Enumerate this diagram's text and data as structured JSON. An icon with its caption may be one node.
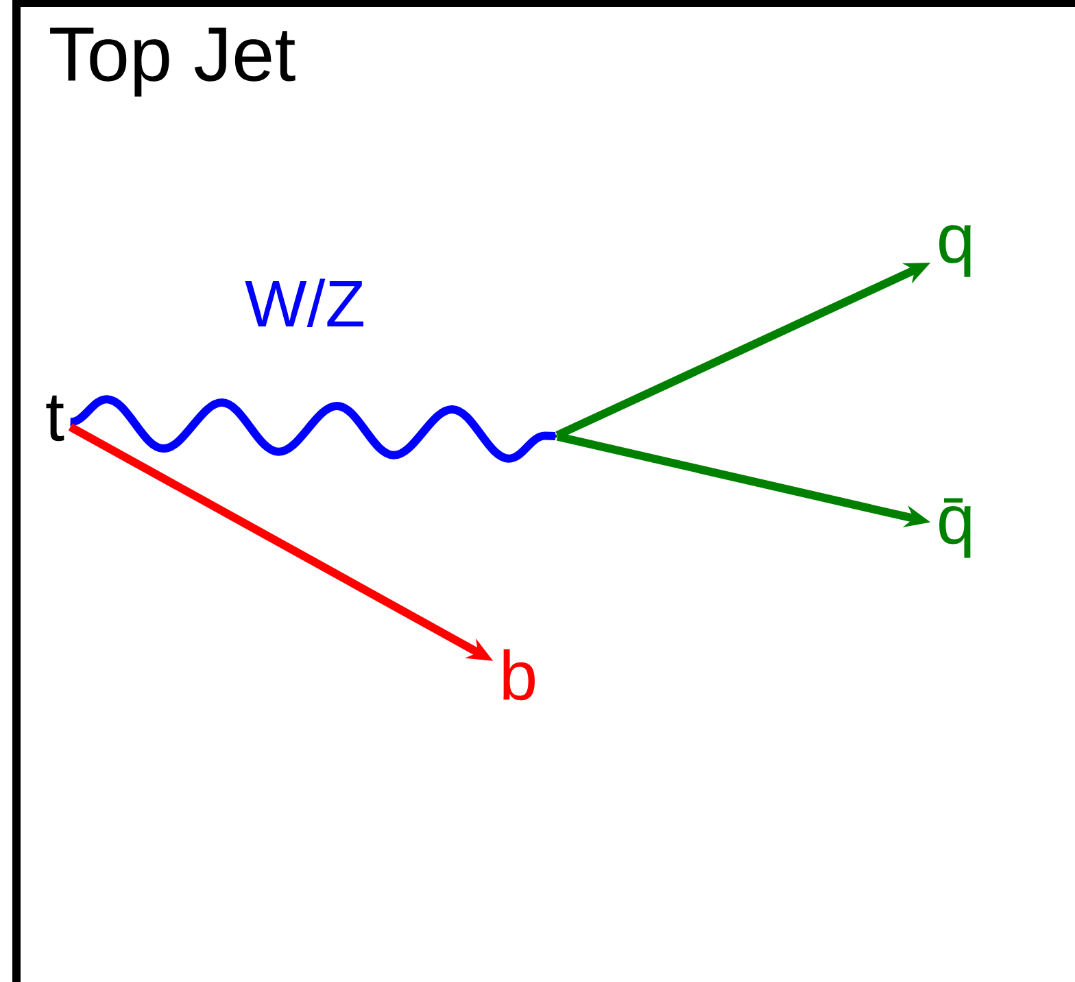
{
  "diagram": {
    "title": "Top Jet",
    "nodes": [
      {
        "text": [
          "t"
        ]
      },
      {
        "text": [],
        "shape": "vertex"
      },
      {
        "text": [
          "q"
        ]
      },
      {
        "text": [
          "q̄"
        ]
      },
      {
        "text": [
          "b"
        ]
      }
    ],
    "edges": [
      {
        "from": 0,
        "to": 1,
        "arrow": "none",
        "label": "W/Z",
        "color": "#0000ff"
      },
      {
        "from": 1,
        "to": 2,
        "arrow": "to",
        "color": "#008000"
      },
      {
        "from": 1,
        "to": 3,
        "arrow": "to",
        "color": "#008000"
      },
      {
        "from": 0,
        "to": 4,
        "arrow": "to",
        "color": "#ff0000"
      }
    ]
  }
}
